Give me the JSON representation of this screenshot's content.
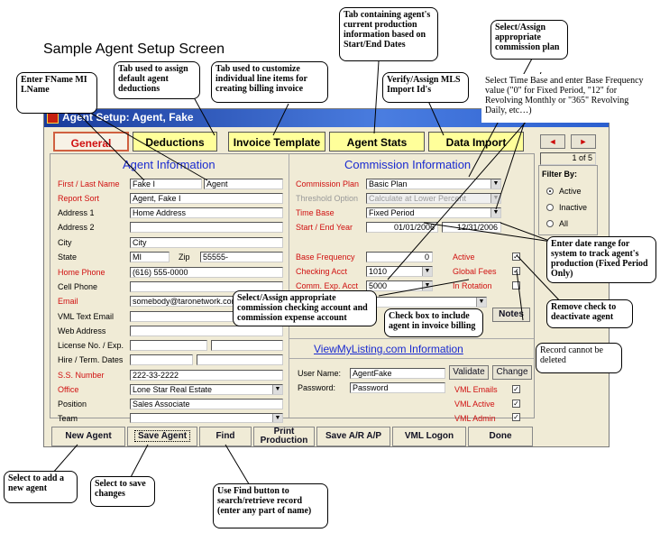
{
  "heading": "Sample Agent Setup Screen",
  "window": {
    "title": "Agent Setup:  Agent, Fake"
  },
  "tabs": [
    "General",
    "Deductions",
    "Invoice Template",
    "Agent Stats",
    "Data Import"
  ],
  "nav": {
    "prev": "◄",
    "next": "►",
    "page": "1 of 5"
  },
  "filter": {
    "title": "Filter By:",
    "options": [
      "Active",
      "Inactive",
      "All"
    ],
    "selected": "Active"
  },
  "agent_info": {
    "title": "Agent Information",
    "fields": [
      {
        "label": "First / Last Name",
        "value": "Fake I",
        "value2": "Agent",
        "red": true
      },
      {
        "label": "Report Sort",
        "value": "Agent, Fake I",
        "red": true
      },
      {
        "label": "Address 1",
        "value": "Home Address"
      },
      {
        "label": "Address 2",
        "value": ""
      },
      {
        "label": "City",
        "value": "City"
      },
      {
        "label": "State",
        "value": "MI",
        "zip_label": "Zip",
        "zip": "55555-"
      },
      {
        "label": "Home Phone",
        "value": "(616) 555-0000",
        "red": true
      },
      {
        "label": "Cell Phone",
        "value": ""
      },
      {
        "label": "Email",
        "value": "somebody@taronetwork.com",
        "red": true
      },
      {
        "label": "VML Text Email",
        "value": ""
      },
      {
        "label": "Web Address",
        "value": ""
      },
      {
        "label": "License No. / Exp.",
        "value": ""
      },
      {
        "label": "Hire / Term. Dates",
        "value": ""
      },
      {
        "label": "S.S. Number",
        "value": "222-33-2222",
        "red": true
      },
      {
        "label": "Office",
        "value": "Lone Star Real Estate",
        "red": true
      },
      {
        "label": "Position",
        "value": "Sales Associate"
      },
      {
        "label": "Team",
        "value": ""
      }
    ]
  },
  "commission": {
    "title": "Commission Information",
    "plan_label": "Commission Plan",
    "plan": "Basic Plan",
    "threshold_label": "Threshold Option",
    "threshold": "Calculate at Lower Percent",
    "timebase_label": "Time Base",
    "timebase": "Fixed Period",
    "dates_label": "Start / End Year",
    "start": "01/01/2006",
    "end": "12/31/2006",
    "basefreq_label": "Base Frequency",
    "basefreq": "0",
    "checking_label": "Checking Acct",
    "checking": "1010",
    "expense_label": "Comm. Exp. Acct",
    "expense": "5000",
    "active_label": "Active",
    "global_label": "Global Fees",
    "rotation_label": "In Rotation",
    "notes_label": "Notes"
  },
  "vml": {
    "title": "ViewMyListing.com  Information",
    "user_label": "User Name:",
    "user": "AgentFake",
    "pass_label": "Password:",
    "pass": "Password",
    "validate": "Validate",
    "change": "Change",
    "emails": "VML Emails",
    "active": "VML Active",
    "admin": "VML Admin"
  },
  "buttons": {
    "new": "New Agent",
    "save": "Save Agent",
    "find": "Find",
    "print": "Print Production",
    "savear": "Save A/R A/P",
    "logon": "VML Logon",
    "done": "Done"
  },
  "callouts": {
    "fname": "Enter FName MI LName",
    "deductions": "Tab used to assign default agent deductions",
    "invoice": "Tab used to customize individual line items for creating billing invoice",
    "stats": "Tab containing agent's current production information based on Start/End Dates",
    "commplan": "Select/Assign appropriate commission plan",
    "mls": "Verify/Assign MLS Import Id's",
    "timebase": "Select Time Base and enter Base Frequency value (\"0\" for Fixed Period, \"12\" for Revolving Monthly or \"365\" Revolving Daily, etc…)",
    "daterange": "Enter date range for system to track agent's production (Fixed Period Only)",
    "accounts": "Select/Assign appropriate commission checking account and commission expense account",
    "billing": "Check box to include agent in invoice billing",
    "deactivate": "Remove check to deactivate agent",
    "nodelete": "Record cannot be deleted",
    "addagent": "Select to add a new agent",
    "savechanges": "Select to save changes",
    "find": "Use Find button to search/retrieve record (enter any part of name)"
  }
}
